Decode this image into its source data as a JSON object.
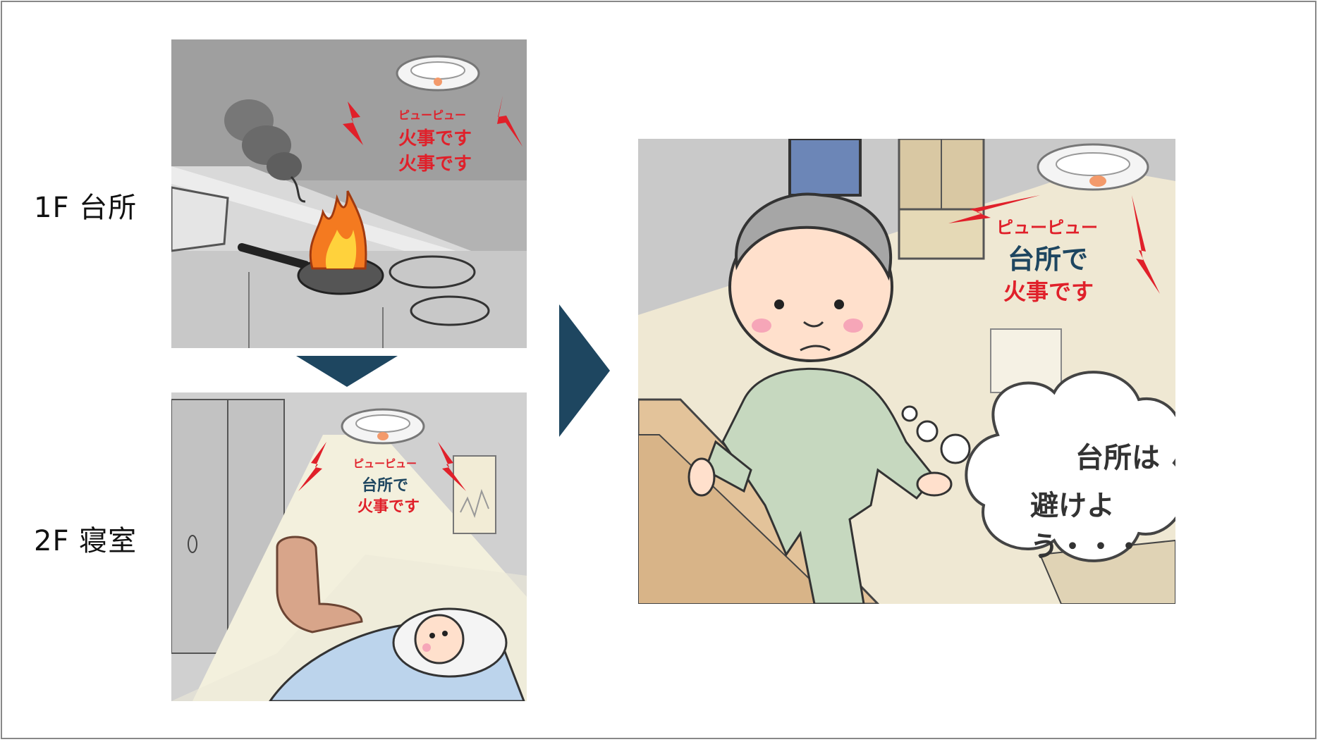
{
  "labels": {
    "floor1": "1F 台所",
    "floor2": "2F 寝室"
  },
  "kitchen_panel": {
    "alarm_sound": "ピューピュー",
    "alarm_msg_1": "火事です",
    "alarm_msg_2": "火事です"
  },
  "bedroom_panel": {
    "alarm_sound": "ピューピュー",
    "alarm_msg_1": "台所で",
    "alarm_msg_2": "火事です"
  },
  "main_panel": {
    "alarm_sound": "ピューピュー",
    "alarm_msg_1": "台所で",
    "alarm_msg_2": "火事です",
    "thought_line_1": "台所は",
    "thought_line_2": "避けよう・・・"
  },
  "colors": {
    "arrow": "#1e4660",
    "alarm_red": "#e0202a",
    "alarm_navy": "#1e4660",
    "kitchen_bg": "#a9a9a9",
    "bedroom_bg": "#d9d9d9",
    "main_bg": "#eae3cf"
  }
}
